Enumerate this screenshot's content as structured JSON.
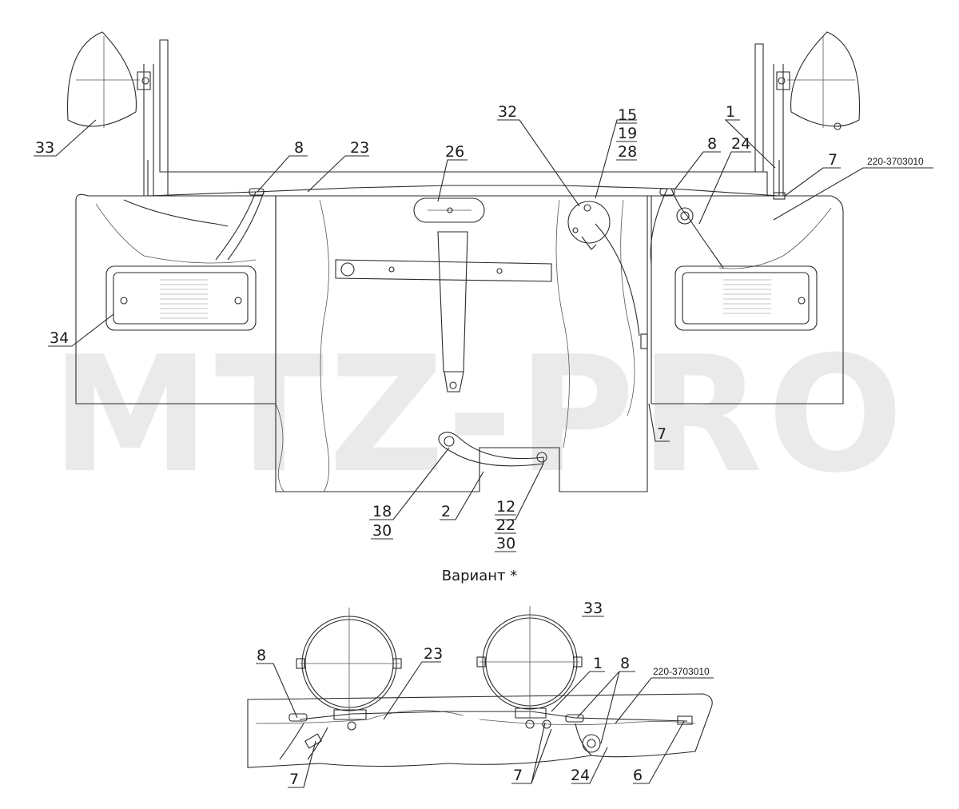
{
  "watermark": "MTZ-PRO",
  "variant_caption": "Вариант *",
  "callouts": {
    "c33_top": "33",
    "c8_top_left": "8",
    "c23_top": "23",
    "c26": "26",
    "c32": "32",
    "c15": "15",
    "c19": "19",
    "c28": "28",
    "c8_top_right": "8",
    "c24_top": "24",
    "c1_top": "1",
    "c7_top": "7",
    "part_top": "220-3703010",
    "c34": "34",
    "c7_mid": "7",
    "c18": "18",
    "c30_a": "30",
    "c2": "2",
    "c12": "12",
    "c22": "22",
    "c30_b": "30",
    "c8_bot_left": "8",
    "c23_bot": "23",
    "c33_bot": "33",
    "c1_bot": "1",
    "c8_bot_right": "8",
    "part_bot": "220-3703010",
    "c7_bot_left": "7",
    "c7_bot_mid": "7",
    "c24_bot": "24",
    "c6": "6"
  }
}
